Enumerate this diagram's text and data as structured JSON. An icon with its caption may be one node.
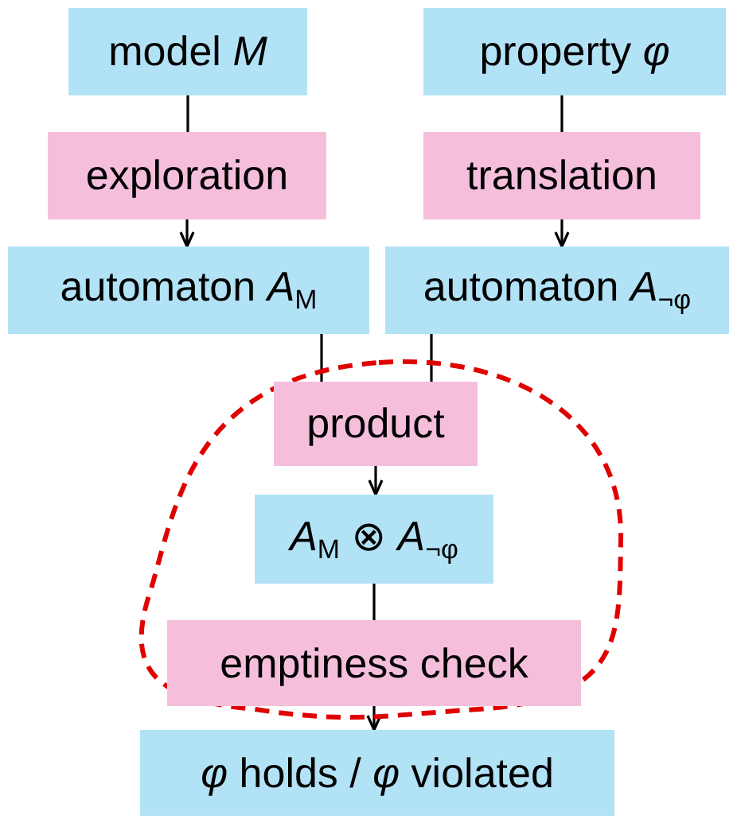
{
  "diagram": {
    "nodes": [
      {
        "text": [
          "model *M*"
        ]
      },
      {
        "text": [
          "property *φ*"
        ]
      },
      {
        "text": [
          "exploration"
        ]
      },
      {
        "text": [
          "translation"
        ]
      },
      {
        "text": [
          "automaton *A*$_{M}$"
        ]
      },
      {
        "text": [
          "automaton *A*$_{¬φ}$"
        ]
      },
      {
        "text": [
          "product"
        ]
      },
      {
        "text": [
          "*A*$_{M}$ ⊗ *A*$_{¬φ}$"
        ]
      },
      {
        "text": [
          "emptiness check"
        ]
      },
      {
        "text": [
          "*φ* holds / *φ* violated"
        ]
      }
    ],
    "edges": [
      {
        "from": 0,
        "to": 2,
        "arrow": "none"
      },
      {
        "from": 2,
        "to": 4,
        "arrow": "to"
      },
      {
        "from": 1,
        "to": 3,
        "arrow": "none"
      },
      {
        "from": 3,
        "to": 5,
        "arrow": "to"
      },
      {
        "from": 4,
        "to": 6,
        "arrow": "none"
      },
      {
        "from": 5,
        "to": 6,
        "arrow": "none"
      },
      {
        "from": 6,
        "to": 7,
        "arrow": "to"
      },
      {
        "from": 7,
        "to": 8,
        "arrow": "none"
      },
      {
        "from": 8,
        "to": 9,
        "arrow": "to"
      }
    ]
  }
}
